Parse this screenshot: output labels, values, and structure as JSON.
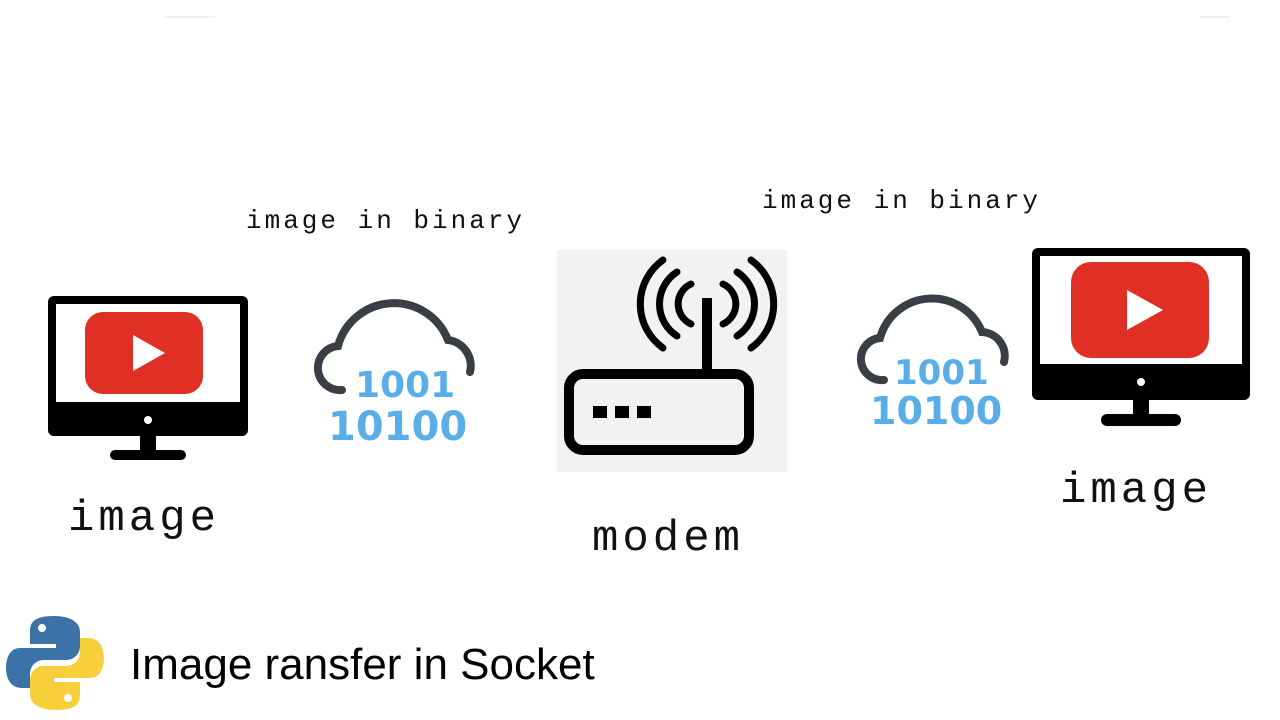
{
  "diagram": {
    "flow_labels": {
      "left": "image in binary",
      "right": "image in binary"
    },
    "nodes": {
      "sender": {
        "label": "image",
        "icon": "monitor-youtube-icon"
      },
      "cloud_left": {
        "icon": "binary-cloud-icon",
        "binary_line1": "1001",
        "binary_line2": "10100"
      },
      "modem": {
        "label": "modem",
        "icon": "router-icon"
      },
      "cloud_right": {
        "icon": "binary-cloud-icon",
        "binary_line1": "1001",
        "binary_line2": "10100"
      },
      "receiver": {
        "label": "image",
        "icon": "monitor-youtube-icon"
      }
    }
  },
  "footer": {
    "logo": "python-logo",
    "title": "Image ransfer in Socket"
  },
  "colors": {
    "youtube_red": "#e02f24",
    "binary_blue": "#5aaee8",
    "cloud_stroke": "#3a3f45",
    "python_blue": "#3b73a8",
    "python_yellow": "#f7cf3a"
  }
}
